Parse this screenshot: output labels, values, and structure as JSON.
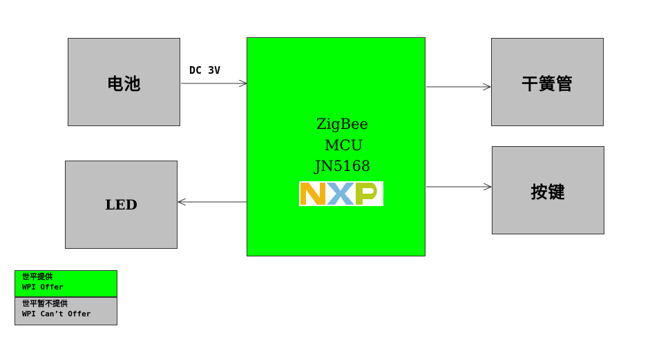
{
  "blocks": {
    "battery": "电池",
    "reed_switch": "干簧管",
    "led": "LED",
    "key": "按键"
  },
  "mcu": {
    "line1": "ZigBee",
    "line2": "MCU",
    "line3": "JN5168",
    "logo": "NXP"
  },
  "connections": {
    "battery_to_mcu": "DC 3V"
  },
  "legend": {
    "offered_zh": "世平提供",
    "offered_en": "WPI Offer",
    "not_offered_zh": "世平暂不提供",
    "not_offered_en": "WPI Can’t Offer"
  },
  "colors": {
    "offered": "#00ff00",
    "not_offered": "#c0c0c0"
  }
}
